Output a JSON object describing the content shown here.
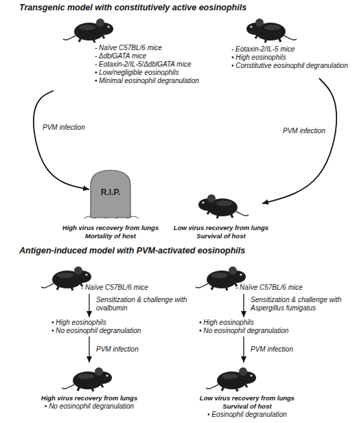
{
  "diagram": {
    "nodes": [
      {
        "text": [
          "- Naïve C57BL/6 mice",
          "- ΔdblGATA mice",
          "- Eotaxin-2/IL-5/ΔdblGATA mice",
          "• Low/negligible eosinophils",
          "• Minimal eosinophil degranulation"
        ]
      },
      {
        "text": [
          "- Eotaxin-2/IL-5 mice",
          "• High eosinophils",
          "• Constitutive eosinophil degranulation"
        ]
      },
      {
        "text": [
          "R.I.P.",
          "High virus recovery from lungs",
          "Mortality of host"
        ]
      },
      {
        "text": [
          "Low virus recovery from lungs",
          "Survival of host"
        ]
      },
      {
        "text": [
          "- Naïve C57BL/6 mice"
        ]
      },
      {
        "text": [
          "- Naïve C57BL/6 mice"
        ]
      },
      {
        "text": [
          "• High eosinophils",
          "• No eosinophil degranulation"
        ]
      },
      {
        "text": [
          "• High eosinophils",
          "• No eosinophil degranulation"
        ]
      },
      {
        "text": [
          "High virus recovery from lungs",
          "• No eosinophil degranulation"
        ]
      },
      {
        "text": [
          "Low virus recovery from lungs",
          "Survival of host",
          "• Eosinophil degranulation"
        ]
      }
    ],
    "edges": [
      {
        "from": 0,
        "to": 2,
        "arrow": "to",
        "label": "PVM infection"
      },
      {
        "from": 1,
        "to": 3,
        "arrow": "to",
        "label": "PVM infection"
      },
      {
        "from": 4,
        "to": 6,
        "arrow": "to",
        "label": "Sensitization & challenge with ovalbumin"
      },
      {
        "from": 6,
        "to": 8,
        "arrow": "to",
        "label": "PVM infection"
      },
      {
        "from": 5,
        "to": 7,
        "arrow": "to",
        "label": "Sensitization & challenge with Aspergillus fumigatus"
      },
      {
        "from": 7,
        "to": 9,
        "arrow": "to",
        "label": "PVM infection"
      }
    ],
    "labels": [
      "Transgenic model with constitutively active eosinophils",
      "Antigen-induced model with PVM-activated eosinophils"
    ]
  }
}
